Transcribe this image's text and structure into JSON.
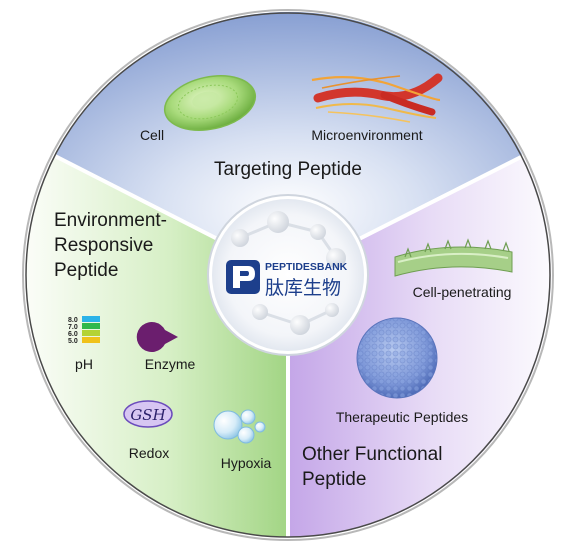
{
  "targeting": {
    "title": "Targeting Peptide",
    "cell_label": "Cell",
    "micro_label": "Microenvironment"
  },
  "environment": {
    "title_line1": "Environment-",
    "title_line2": "Responsive",
    "title_line3": "Peptide",
    "ph_label": "pH",
    "ph_ticks": [
      "8.0",
      "7.0",
      "6.0",
      "5.0"
    ],
    "enzyme_label": "Enzyme",
    "redox_label": "Redox",
    "gsh_text": "GSH",
    "hypoxia_label": "Hypoxia"
  },
  "functional": {
    "title_line1": "Other Functional",
    "title_line2": "Peptide",
    "cell_pen_label": "Cell-penetrating",
    "therapeutic_label": "Therapeutic Peptides"
  },
  "logo": {
    "name_en": "PEPTIDESBANK",
    "name_cn": "肽库生物"
  },
  "colors": {
    "targeting_bg": "#8fa6d6",
    "environment_bg": "#a9d98e",
    "functional_bg": "#c6a9e8",
    "logo_blue": "#1d3f8c",
    "ph_8": "#2bb3e8",
    "ph_7": "#2fb84c",
    "ph_6": "#b4d334",
    "ph_5": "#f0c21a",
    "enzyme": "#6b1e6e"
  }
}
